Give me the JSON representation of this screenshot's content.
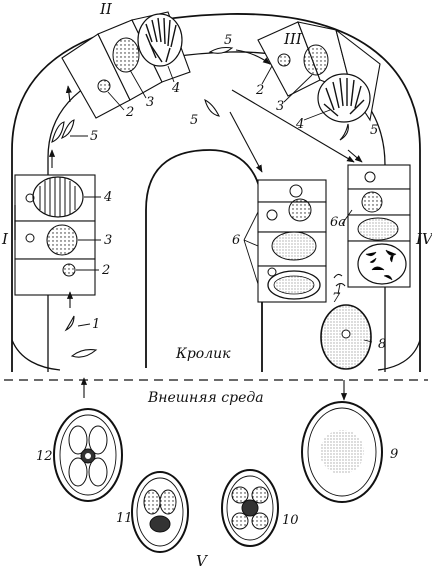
{
  "labels": {
    "host": "Кролик",
    "environment": "Внешняя среда",
    "stage_I": "I",
    "stage_II": "II",
    "stage_III": "III",
    "stage_IV": "IV",
    "stage_V": "V",
    "n1": "1",
    "n2": "2",
    "n3": "3",
    "n4": "4",
    "n5": "5",
    "n6": "6",
    "n6a": "6a",
    "n7": "7",
    "n8": "8",
    "n9": "9",
    "n10": "10",
    "n11": "11",
    "n12": "12"
  }
}
